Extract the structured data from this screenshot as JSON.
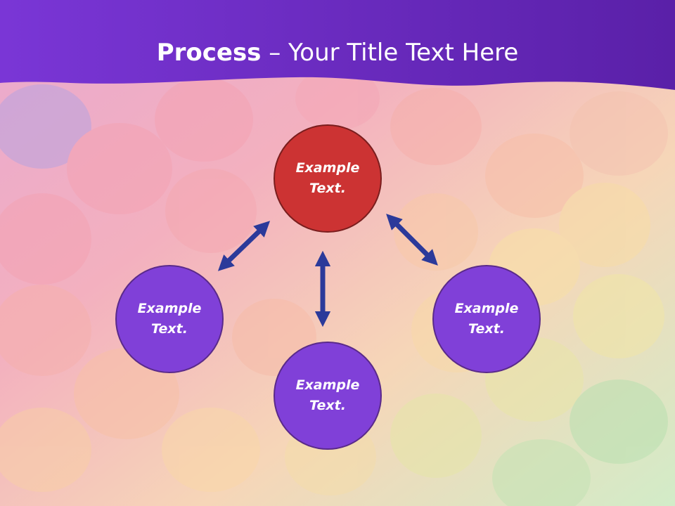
{
  "title": {
    "bold": "Process",
    "rest": " – Your Title Text Here"
  },
  "nodes": {
    "top": {
      "text": "Example\nText.",
      "color": "#cc3333"
    },
    "left": {
      "text": "Example\nText.",
      "color": "#8040d8"
    },
    "right": {
      "text": "Example\nText.",
      "color": "#8040d8"
    },
    "bottom": {
      "text": "Example\nText.",
      "color": "#8040d8"
    }
  },
  "colors": {
    "header": "#6a2cc0",
    "arrow": "#2b3a9a",
    "node_border": "#5a2a8a",
    "top_border": "#7a1e1e"
  }
}
